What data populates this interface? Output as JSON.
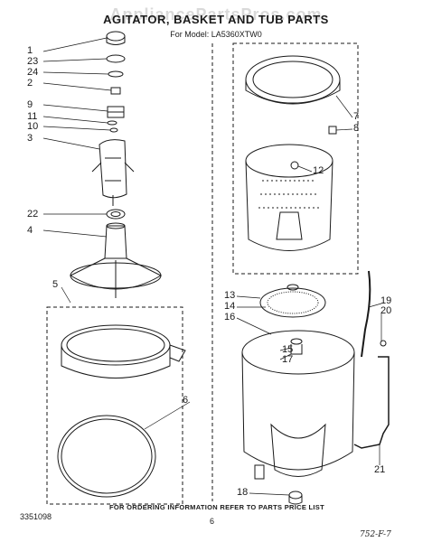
{
  "header": {
    "watermark": "AppliancePartsPros.com",
    "title": "AGITATOR, BASKET AND TUB PARTS",
    "model": "For Model: LA5360XTW0"
  },
  "callouts": [
    "1",
    "23",
    "24",
    "2",
    "9",
    "11",
    "10",
    "3",
    "22",
    "4",
    "5",
    "6",
    "7",
    "8",
    "12",
    "13",
    "14",
    "16",
    "15",
    "17",
    "19",
    "20",
    "21",
    "18"
  ],
  "footer": {
    "note": "FOR ORDERING INFORMATION REFER TO PARTS PRICE LIST",
    "part_number": "3351098",
    "page_number": "6",
    "handwritten": "752-F-7"
  },
  "colors": {
    "ink": "#1a1a1a",
    "paper": "#ffffff"
  }
}
